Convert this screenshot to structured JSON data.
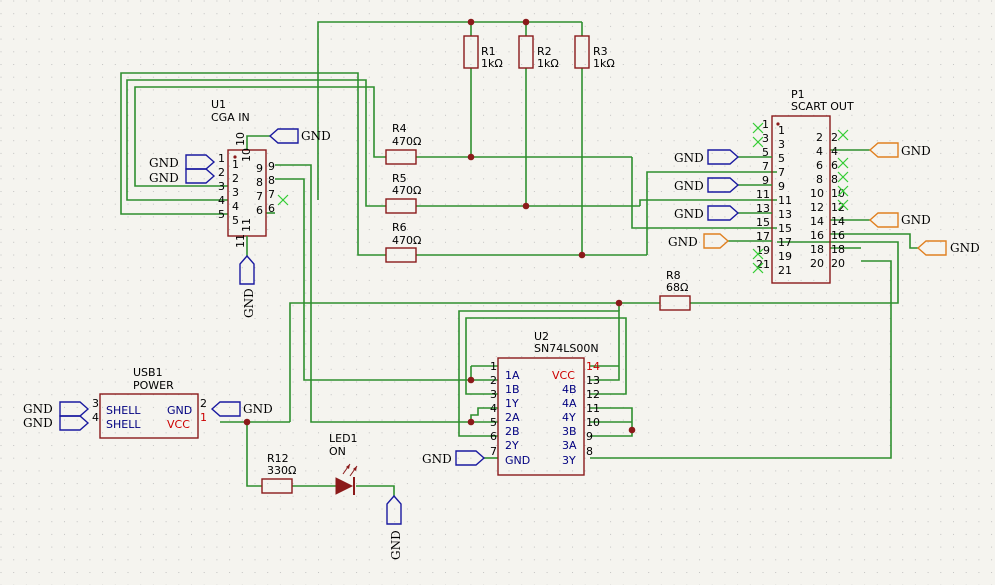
{
  "u1": {
    "ref": "U1",
    "value": "CGA IN",
    "pins": [
      "1",
      "2",
      "3",
      "4",
      "5",
      "6",
      "7",
      "8",
      "9",
      "10",
      "11"
    ]
  },
  "p1": {
    "ref": "P1",
    "value": "SCART OUT",
    "left_pins": [
      "1",
      "3",
      "5",
      "7",
      "9",
      "11",
      "13",
      "15",
      "17",
      "19",
      "21"
    ],
    "right_pins": [
      "2",
      "4",
      "6",
      "8",
      "10",
      "12",
      "14",
      "16",
      "18",
      "20"
    ]
  },
  "u2": {
    "ref": "U2",
    "value": "SN74LS00N",
    "left_pins": [
      {
        "num": "1",
        "name": "1A"
      },
      {
        "num": "2",
        "name": "1B"
      },
      {
        "num": "3",
        "name": "1Y"
      },
      {
        "num": "4",
        "name": "2A"
      },
      {
        "num": "5",
        "name": "2B"
      },
      {
        "num": "6",
        "name": "2Y"
      },
      {
        "num": "7",
        "name": "GND"
      }
    ],
    "right_pins": [
      {
        "num": "14",
        "name": "VCC"
      },
      {
        "num": "13",
        "name": "4B"
      },
      {
        "num": "12",
        "name": "4A"
      },
      {
        "num": "11",
        "name": "4Y"
      },
      {
        "num": "10",
        "name": "3B"
      },
      {
        "num": "9",
        "name": "3A"
      },
      {
        "num": "8",
        "name": "3Y"
      }
    ]
  },
  "usb1": {
    "ref": "USB1",
    "value": "POWER",
    "pins": [
      {
        "num": "3",
        "name": "SHELL"
      },
      {
        "num": "4",
        "name": "SHELL"
      },
      {
        "num": "2",
        "name": "GND"
      },
      {
        "num": "1",
        "name": "VCC"
      }
    ]
  },
  "resistors": [
    {
      "ref": "R1",
      "value": "1kΩ"
    },
    {
      "ref": "R2",
      "value": "1kΩ"
    },
    {
      "ref": "R3",
      "value": "1kΩ"
    },
    {
      "ref": "R4",
      "value": "470Ω"
    },
    {
      "ref": "R5",
      "value": "470Ω"
    },
    {
      "ref": "R6",
      "value": "470Ω"
    },
    {
      "ref": "R8",
      "value": "68Ω"
    },
    {
      "ref": "R12",
      "value": "330Ω"
    }
  ],
  "led1": {
    "ref": "LED1",
    "value": "ON"
  },
  "gnd_label": "GND"
}
